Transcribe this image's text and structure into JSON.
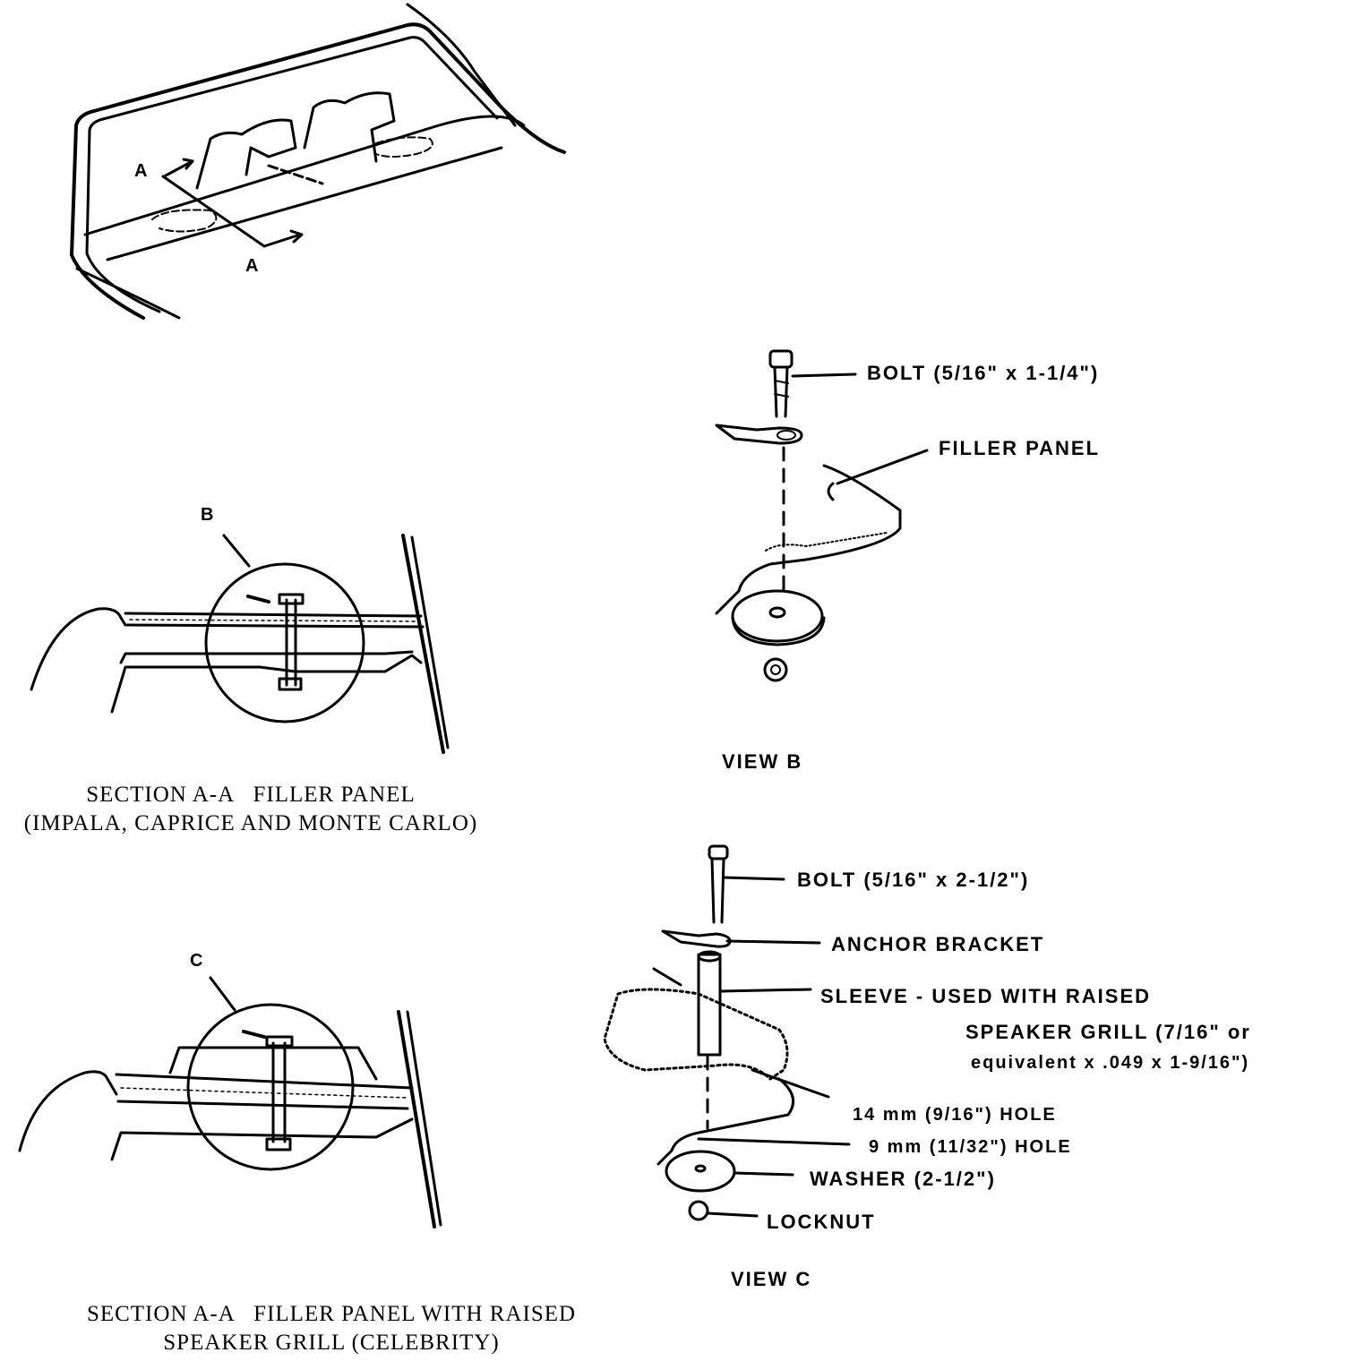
{
  "overview": {
    "cut_marker_top": "A",
    "cut_marker_bottom": "A"
  },
  "section_b": {
    "detail_marker": "B",
    "caption_line1": "SECTION A-A   FILLER PANEL",
    "caption_line2": "(IMPALA, CAPRICE AND MONTE CARLO)"
  },
  "section_c": {
    "detail_marker": "C",
    "caption_line1": "SECTION A-A   FILLER PANEL WITH RAISED",
    "caption_line2": "SPEAKER GRILL (CELEBRITY)"
  },
  "view_b": {
    "title": "VIEW B",
    "labels": {
      "bolt": "BOLT (5/16\" x 1-1/4\")",
      "filler_panel": "FILLER PANEL"
    }
  },
  "view_c": {
    "title": "VIEW C",
    "labels": {
      "bolt": "BOLT (5/16\" x 2-1/2\")",
      "anchor_bracket": "ANCHOR BRACKET",
      "sleeve_line1": "SLEEVE - USED WITH RAISED",
      "sleeve_line2": "SPEAKER GRILL (7/16\" or",
      "sleeve_line3": "equivalent x .049 x 1-9/16\")",
      "hole_14mm": "14 mm (9/16\") HOLE",
      "hole_9mm": "9 mm (11/32\") HOLE",
      "washer": "WASHER (2-1/2\")",
      "locknut": "LOCKNUT"
    }
  }
}
